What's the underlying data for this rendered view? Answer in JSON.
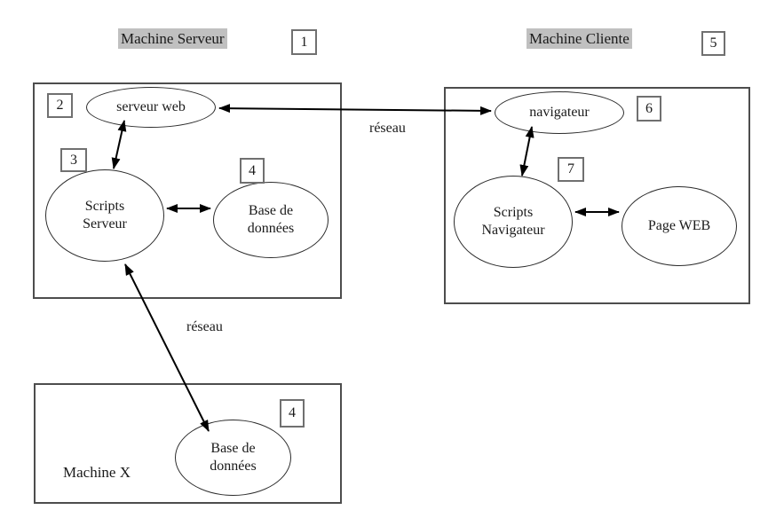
{
  "diagram": {
    "header": {
      "server_title": "Machine Serveur",
      "server_badge": "1",
      "client_title": "Machine Cliente",
      "client_badge": "5"
    },
    "server_machine": {
      "badge": "2",
      "web_server_label": "serveur web",
      "scripts_badge": "3",
      "scripts_label": "Scripts Serveur",
      "db_badge": "4",
      "db_label": "Base de données"
    },
    "client_machine": {
      "badge": "6",
      "browser_label": "navigateur",
      "scripts_badge": "7",
      "scripts_label": "Scripts Navigateur",
      "page_label": "Page WEB"
    },
    "machine_x": {
      "title": "Machine X",
      "db_badge": "4",
      "db_label": "Base de données"
    },
    "network_labels": {
      "top": "réseau",
      "bottom": "réseau"
    },
    "colors": {
      "highlight": "#c0c0c0",
      "line": "#000000",
      "badge_border": "#707070",
      "rect_border": "#4d4d4d"
    }
  }
}
